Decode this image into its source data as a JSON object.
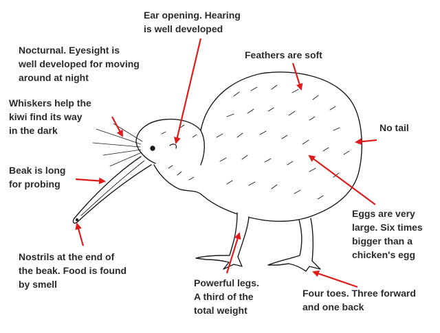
{
  "diagram": {
    "annotations": [
      {
        "id": "ear",
        "text": "Ear opening. Hearing\nis well developed"
      },
      {
        "id": "nocturnal",
        "text": "Nocturnal. Eyesight is\nwell developed for moving\naround at night"
      },
      {
        "id": "feathers",
        "text": "Feathers are soft"
      },
      {
        "id": "whiskers",
        "text": "Whiskers help the\nkiwi find its way\nin the dark"
      },
      {
        "id": "tail",
        "text": "No tail"
      },
      {
        "id": "beak",
        "text": "Beak is long\nfor probing"
      },
      {
        "id": "eggs",
        "text": "Eggs are very\nlarge. Six times\nbigger than a\nchicken's egg"
      },
      {
        "id": "nostrils",
        "text": "Nostrils at the end of\nthe beak. Food is found\nby smell"
      },
      {
        "id": "legs",
        "text": "Powerful legs.\nA third of the\ntotal weight"
      },
      {
        "id": "toes",
        "text": "Four toes. Three forward\nand one back"
      }
    ],
    "colors": {
      "arrow": "#e01b1b",
      "text": "#2b2b2b",
      "ink": "#1a1a1a"
    },
    "illustration": "kiwi-bird"
  }
}
